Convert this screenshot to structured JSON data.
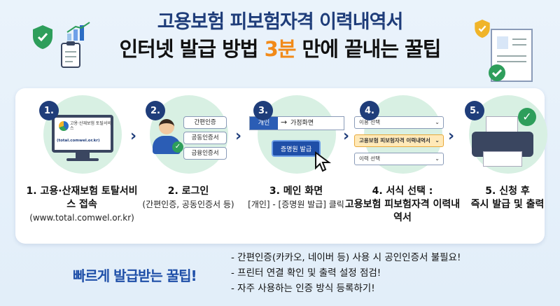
{
  "title": {
    "line1": "고용보험 피보험자격 이력내역서",
    "line2_pre": "인터넷 발급 방법 ",
    "line2_accent": "3분",
    "line2_post": " 만에 끝내는 꿀팁"
  },
  "colors": {
    "accent": "#f28a18",
    "navy": "#1f3d7a",
    "green_bg": "#d8f0e3"
  },
  "steps": [
    {
      "num": "1.",
      "label": "1. 고용·산재보험 토탈서비스 접속",
      "sub": "(www.total.comwel.or.kr)",
      "screen_text": "고용·산재보험 토탈서비스",
      "screen_url": "(total.comwel.or.kr)",
      "icon": "monitor-icon"
    },
    {
      "num": "2.",
      "label": "2. 로그인",
      "sub": "(간편인증, 공동인증서 등)",
      "options": [
        "간편인증",
        "공동인증서",
        "금융인증서"
      ],
      "icon": "person-icon"
    },
    {
      "num": "3.",
      "label": "3. 메인 화면",
      "sub": "[개인] - [증명원 발급] 클릭",
      "tab": "개인",
      "nav_arrow": "→",
      "home": "가정화면",
      "button": "증명원 발급",
      "icon": "cursor-icon"
    },
    {
      "num": "4.",
      "label": "4. 서식 선택 :",
      "label2": "고용보험 피보험자격 이력내역서",
      "selects": [
        "이용 선택",
        "고용보험 피보험자격 이력내역서",
        "이력 선택"
      ],
      "icon": "select-icon"
    },
    {
      "num": "5.",
      "label": "5. 신청 후",
      "label2": "즉시 발급 및 출력",
      "icon": "printer-icon"
    }
  ],
  "tips": {
    "title": "빠르게 발급받는 꿀팁!",
    "items": [
      "- 간편인증(카카오, 네이버 등) 사용 시 공인인증서 불필요!",
      "- 프린터 연결 확인 및 출력 설정 점검!",
      "- 자주 사용하는 인증 방식 등록하기!"
    ]
  }
}
